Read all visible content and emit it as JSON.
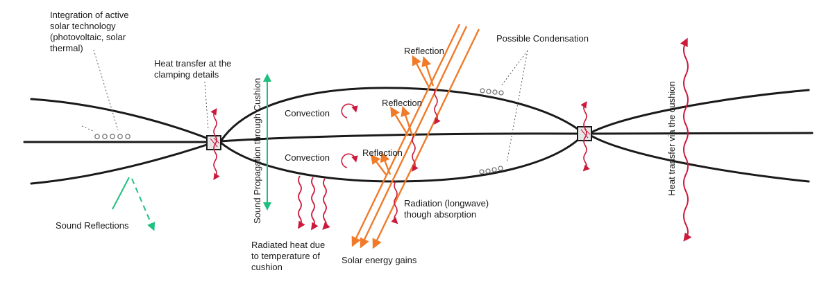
{
  "labels": {
    "solar_tech": "Integration of active\nsolar technology\n(photovoltaic, solar\nthermal)",
    "heat_clamping": "Heat transfer at the\nclamping details",
    "sound_propagation": "Sound Propagation through Cushion",
    "sound_reflections": "Sound Reflections",
    "convection_top": "Convection",
    "convection_bottom": "Convection",
    "reflection_top": "Reflection",
    "reflection_mid": "Reflection",
    "reflection_low": "Reflection",
    "possible_condensation": "Possible Condensation",
    "radiation_longwave": "Radiation (longwave)\nthough absorption",
    "radiated_heat": "Radiated heat due\nto temperature of\ncushion",
    "solar_gains": "Solar energy gains",
    "heat_via_cushion": "Heat transfer via the cushion"
  },
  "colors": {
    "membrane": "#1a1a1a",
    "heat": "#cc1a3c",
    "solar": "#f07a28",
    "sound": "#1fbf80",
    "note": "#555555"
  }
}
